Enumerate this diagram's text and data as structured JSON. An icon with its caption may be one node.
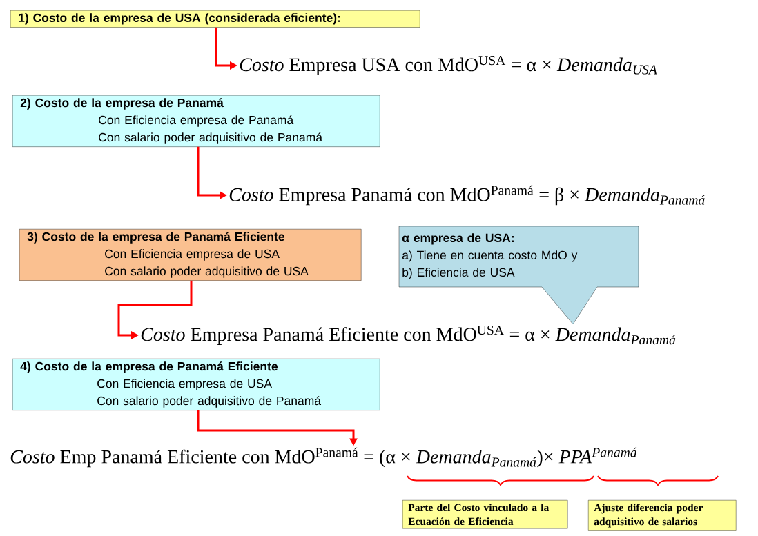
{
  "diagram": {
    "nodes": [
      {
        "text": [
          "1) Costo de la empresa de USA (considerada eficiente):"
        ]
      },
      {
        "text": [
          "*Costo* Empresa USA con MdO$^{USA}$ = α × *Demanda$_{USA}$*"
        ]
      },
      {
        "text": [
          "2) Costo de la empresa de Panamá",
          "Con Eficiencia empresa de Panamá",
          "Con salario poder adquisitivo de Panamá"
        ]
      },
      {
        "text": [
          "*Costo* Empresa Panamá con MdO$^{Panamá}$ = β × *Demanda$_{Panamá}$*"
        ]
      },
      {
        "text": [
          "3) Costo de la empresa de Panamá Eficiente",
          "Con Eficiencia empresa de USA",
          "Con salario poder adquisitivo de USA"
        ]
      },
      {
        "text": [
          "α empresa de USA:",
          "a) Tiene en cuenta costo MdO y",
          "b) Eficiencia de USA"
        ]
      },
      {
        "text": [
          "*Costo* Empresa Panamá Eficiente con MdO$^{USA}$ = α × *Demanda$_{Panamá}$*"
        ]
      },
      {
        "text": [
          "4) Costo de la empresa de Panamá Eficiente",
          "Con Eficiencia empresa de USA",
          "Con salario poder adquisitivo de Panamá"
        ]
      },
      {
        "text": [
          "*Costo* Emp Panamá Eficiente con MdO$^{Panamá}$ = (α × *Demanda$_{Panamá}$*)× *PPA$^{Panamá}$*"
        ]
      },
      {
        "text": [
          "Parte del Costo vinculado a la Ecuación de Eficiencia"
        ]
      },
      {
        "text": [
          "Ajuste diferencia poder adquisitivo de salarios"
        ]
      }
    ],
    "edges": [
      {
        "from": 0,
        "to": 1,
        "arrow": "to"
      },
      {
        "from": 2,
        "to": 3,
        "arrow": "to"
      },
      {
        "from": 4,
        "to": 6,
        "arrow": "to"
      },
      {
        "from": 7,
        "to": 8,
        "arrow": "to"
      }
    ]
  }
}
